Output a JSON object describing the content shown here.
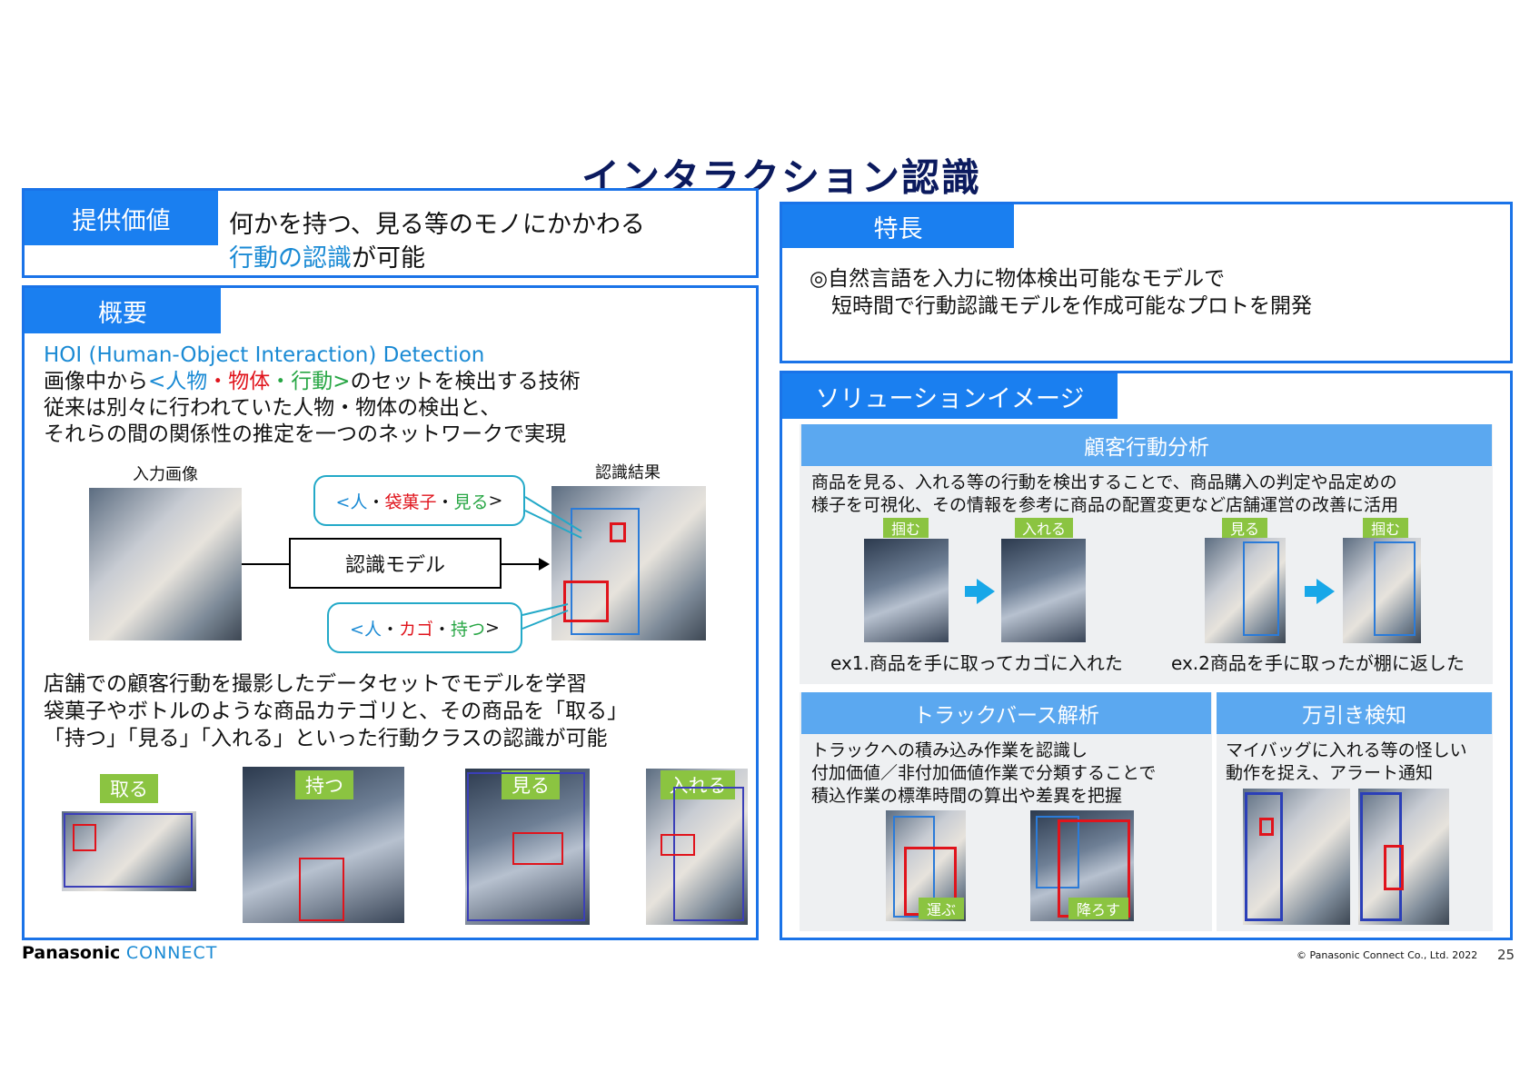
{
  "title": "インタラクション認識",
  "value_panel": {
    "tab": "提供価値",
    "line1": "何かを持つ、見る等のモノにかかわる",
    "line2_highlight": "行動の認識",
    "line2_rest": "が可能"
  },
  "overview": {
    "tab": "概要",
    "hoi_title": "HOI (Human-Object Interaction) Detection",
    "line1_a": "画像中から",
    "line1_b": "<人物",
    "line1_c": "・物体",
    "line1_d": "・行動>",
    "line1_e": "のセットを検出する技術",
    "line2": "従来は別々に行われていた人物・物体の検出と、",
    "line3": "それらの間の関係性の推定を一つのネットワークで実現",
    "input_label": "入力画像",
    "result_label": "認識結果",
    "model_label": "認識モデル",
    "callout1": {
      "a": "<人",
      "b": "・",
      "c": "袋菓子",
      "d": "・",
      "e": "見る",
      "f": ">"
    },
    "callout2": {
      "a": "<人",
      "b": "・",
      "c": "カゴ",
      "d": "・",
      "e": "持つ",
      "f": ">"
    },
    "bottom1": "店舗での顧客行動を撮影したデータセットでモデルを学習",
    "bottom2": "袋菓子やボトルのような商品カテゴリと、その商品を「取る」",
    "bottom3": "「持つ」「見る」「入れる」といった行動クラスの認識が可能",
    "actions": [
      "取る",
      "持つ",
      "見る",
      "入れる"
    ]
  },
  "features": {
    "tab": "特長",
    "line1": "◎自然言語を入力に物体検出可能なモデルで",
    "line2": "短時間で行動認識モデルを作成可能なプロトを開発"
  },
  "solution": {
    "tab": "ソリューションイメージ",
    "customer": {
      "header": "顧客行動分析",
      "desc1": "商品を見る、入れる等の行動を検出することで、商品購入の判定や品定めの",
      "desc2": "様子を可視化、その情報を参考に商品の配置変更など店舗運営の改善に活用",
      "tags": [
        "掴む",
        "入れる",
        "見る",
        "掴む"
      ],
      "ex1": "ex1.商品を手に取ってカゴに入れた",
      "ex2": "ex.2商品を手に取ったが棚に返した"
    },
    "truck": {
      "header": "トラックバース解析",
      "desc1": "トラックへの積み込み作業を認識し",
      "desc2": "付加価値／非付加価値作業で分類することで",
      "desc3": "積込作業の標準時間の算出や差異を把握",
      "tags": [
        "運ぶ",
        "降ろす"
      ]
    },
    "theft": {
      "header": "万引き検知",
      "desc1": "マイバッグに入れる等の怪しい",
      "desc2": "動作を捉え、アラート通知"
    }
  },
  "footer": {
    "brand_a": "Panasonic",
    "brand_b": "CONNECT",
    "copyright": "© Panasonic Connect Co., Ltd. 2022",
    "page": "25"
  },
  "colors": {
    "accent": "#1a7ff0",
    "title": "#0b1a5e",
    "highlight_blue": "#1a8ad4",
    "red": "#e0141c",
    "green": "#27a644",
    "tag_green": "#8bc441"
  }
}
